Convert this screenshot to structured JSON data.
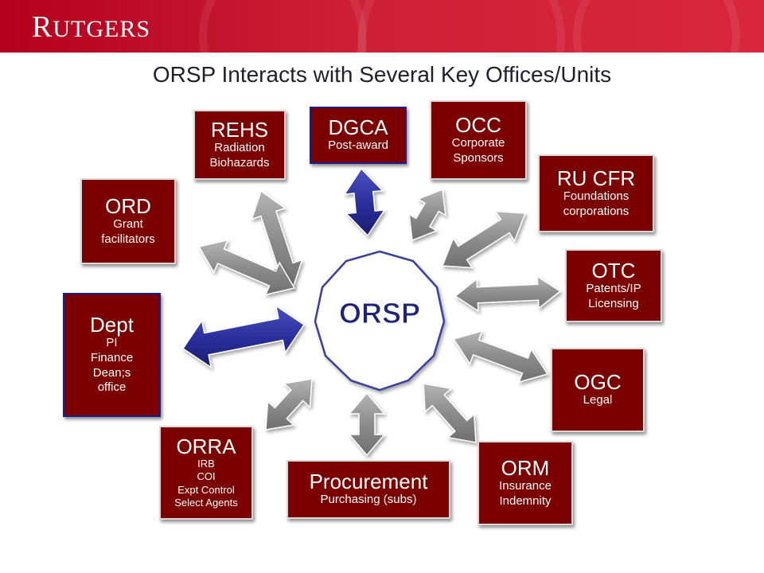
{
  "header": {
    "logo_initial": "R",
    "logo_rest": "UTGERS"
  },
  "title": "ORSP Interacts with Several Key Offices/Units",
  "center": {
    "label": "ORSP"
  },
  "units": {
    "rehs": {
      "name": "REHS",
      "lines": [
        "Radiation",
        "Biohazards"
      ]
    },
    "dgca": {
      "name": "DGCA",
      "lines": [
        "Post-award"
      ]
    },
    "occ": {
      "name": "OCC",
      "lines": [
        "Corporate",
        "Sponsors"
      ]
    },
    "rucfr": {
      "name": "RU CFR",
      "lines": [
        "Foundations",
        "corporations"
      ]
    },
    "ord": {
      "name": "ORD",
      "lines": [
        "Grant",
        "facilitators"
      ]
    },
    "otc": {
      "name": "OTC",
      "lines": [
        "Patents/IP",
        "Licensing"
      ]
    },
    "dept": {
      "name": "Dept",
      "lines": [
        "PI",
        "Finance",
        "Dean;s",
        "office"
      ]
    },
    "ogc": {
      "name": "OGC",
      "lines": [
        "Legal"
      ]
    },
    "orra": {
      "name": "ORRA",
      "lines": [
        "IRB",
        "COI",
        "Expt Control",
        "Select Agents"
      ]
    },
    "procurement": {
      "name": "Procurement",
      "lines": [
        "Purchasing (subs)"
      ]
    },
    "orm": {
      "name": "ORM",
      "lines": [
        "Insurance",
        "Indemnity"
      ]
    }
  },
  "colors": {
    "banner": "#c8102e",
    "box_fill": "#7b0000",
    "center_fill": "#ffffff",
    "center_border": "#3a3f9e",
    "arrow_gray": "#8a8a8a",
    "arrow_blue": "#2b2f9e"
  }
}
